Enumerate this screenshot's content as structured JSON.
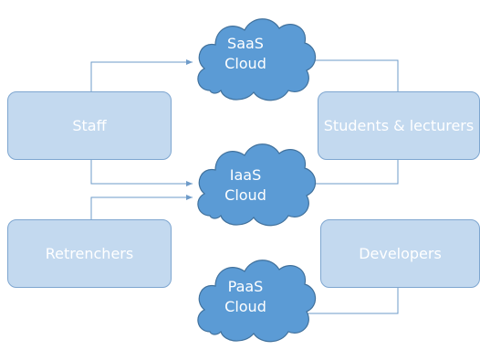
{
  "roles": {
    "staff": "Staff",
    "students": "Students & lecturers",
    "retrenchers": "Retrenchers",
    "developers": "Developers"
  },
  "clouds": {
    "saas": {
      "line1": "SaaS",
      "line2": "Cloud"
    },
    "iaas": {
      "line1": "IaaS",
      "line2": "Cloud"
    },
    "paas": {
      "line1": "PaaS",
      "line2": "Cloud"
    }
  },
  "colors": {
    "cloud_fill": "#5b9bd5",
    "cloud_stroke": "#41719c",
    "box_fill": "#c3d9ef",
    "box_stroke": "#7ea6d0",
    "connector": "#6e9bc9"
  }
}
